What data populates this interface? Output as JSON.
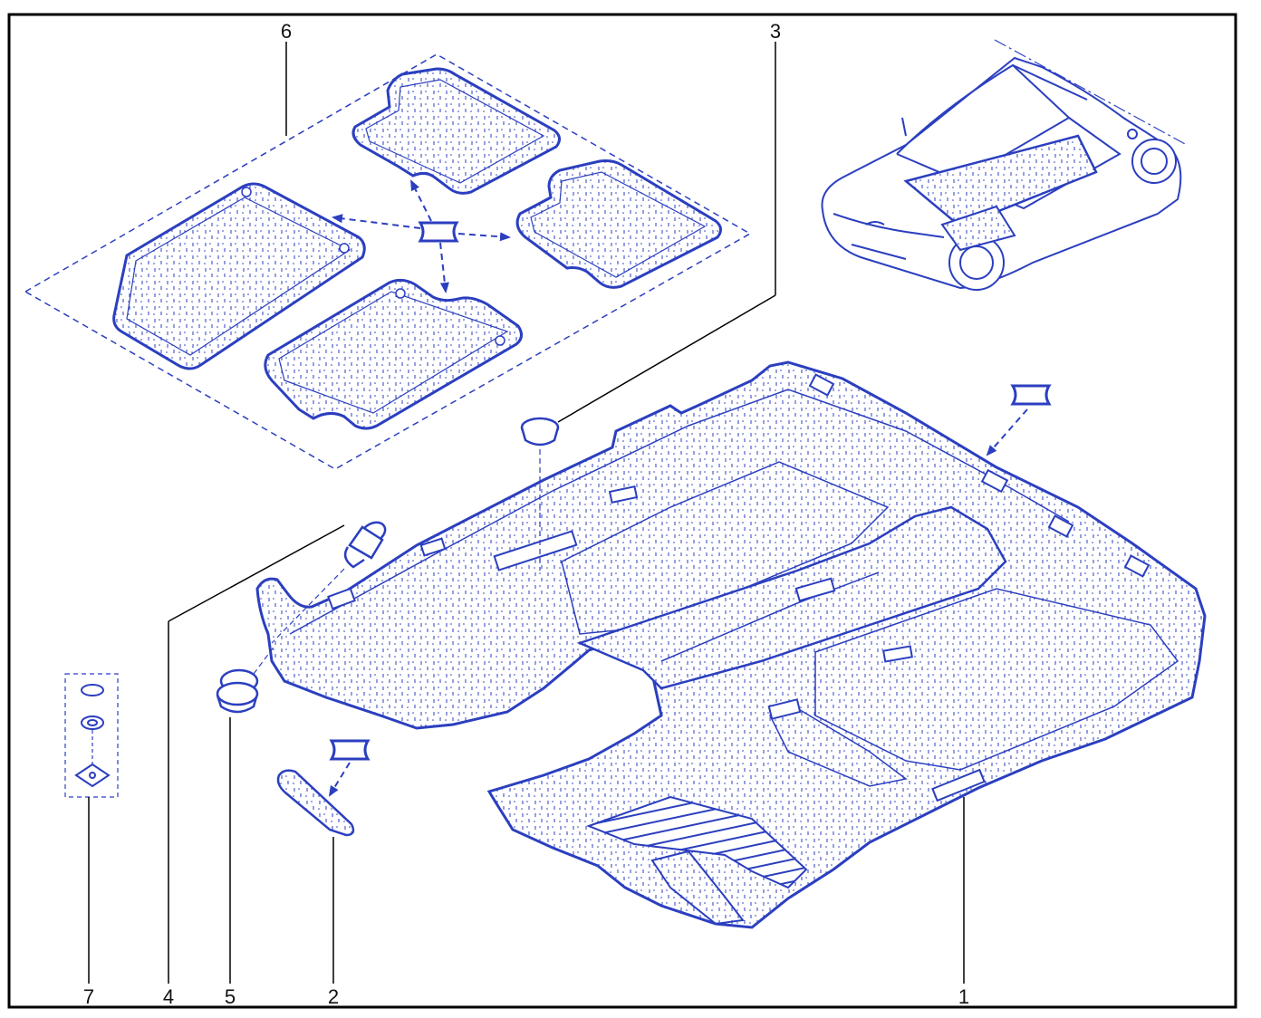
{
  "colors": {
    "line": "#2b3fbf",
    "frame": "#000000",
    "callout_text": "#111111",
    "background": "#ffffff"
  },
  "callouts": [
    {
      "id": "6",
      "label": "6"
    },
    {
      "id": "3",
      "label": "3"
    },
    {
      "id": "7",
      "label": "7"
    },
    {
      "id": "4",
      "label": "4"
    },
    {
      "id": "5",
      "label": "5"
    },
    {
      "id": "2",
      "label": "2"
    },
    {
      "id": "1",
      "label": "1"
    }
  ],
  "icons": {
    "fitting_symbol": "fitting-symbol-icon"
  }
}
